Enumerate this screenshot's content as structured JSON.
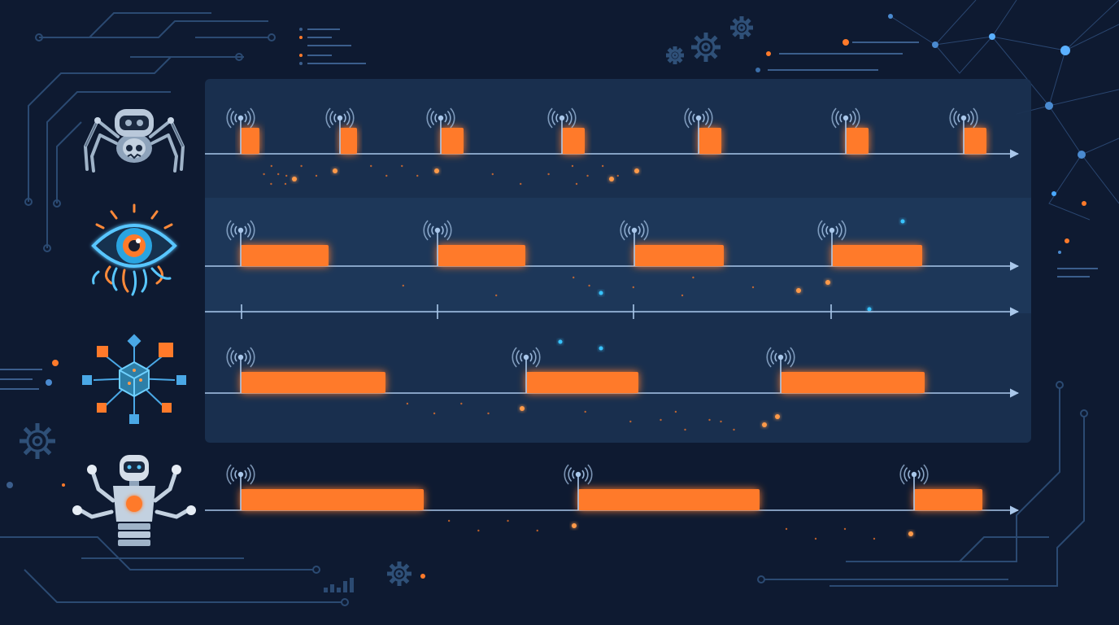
{
  "colors": {
    "background": "#0e1a31",
    "panel": "#1a3150",
    "panel_highlight": "#1f3a5e",
    "axis": "#a9c7ea",
    "accent": "#ff7a2a",
    "accent_glow": "#ff9a4a",
    "circuit": "#2b4a72",
    "cyan": "#39c4ff"
  },
  "agents": [
    {
      "icon": "spider-robot-icon",
      "blocks": [
        {
          "start": 296,
          "end": 319
        },
        {
          "start": 418,
          "end": 439
        },
        {
          "start": 542,
          "end": 570
        },
        {
          "start": 691,
          "end": 719
        },
        {
          "start": 859,
          "end": 887
        },
        {
          "start": 1040,
          "end": 1068
        },
        {
          "start": 1185,
          "end": 1213
        }
      ],
      "trails": [
        {
          "from": 320,
          "to": 412
        },
        {
          "from": 442,
          "to": 537
        },
        {
          "from": 690,
          "to": 783
        },
        {
          "from": 580,
          "to": 752
        },
        {
          "from": 318,
          "to": 362
        }
      ]
    },
    {
      "icon": "eye-sensor-icon",
      "blocks": [
        {
          "start": 296,
          "end": 404
        },
        {
          "start": 538,
          "end": 646
        },
        {
          "start": 780,
          "end": 890
        },
        {
          "start": 1023,
          "end": 1134
        }
      ],
      "trails": [
        {
          "from": 650,
          "to": 1018
        },
        {
          "from": 410,
          "to": 982
        }
      ]
    },
    {
      "icon": "network-cube-icon",
      "blocks": [
        {
          "start": 296,
          "end": 474
        },
        {
          "start": 647,
          "end": 785
        },
        {
          "start": 960,
          "end": 1137
        }
      ],
      "trails": [
        {
          "from": 476,
          "to": 642
        },
        {
          "from": 678,
          "to": 956
        },
        {
          "from": 790,
          "to": 940
        }
      ]
    },
    {
      "icon": "humanoid-robot-icon",
      "blocks": [
        {
          "start": 296,
          "end": 521
        },
        {
          "start": 711,
          "end": 934
        },
        {
          "start": 1124,
          "end": 1208
        }
      ],
      "trails": [
        {
          "from": 525,
          "to": 706
        },
        {
          "from": 940,
          "to": 1120
        }
      ]
    }
  ],
  "tick_axis": {
    "ticks": [
      297,
      538,
      779,
      1022
    ]
  },
  "sync_lines": [
    689,
    739,
    1069,
    1110
  ]
}
